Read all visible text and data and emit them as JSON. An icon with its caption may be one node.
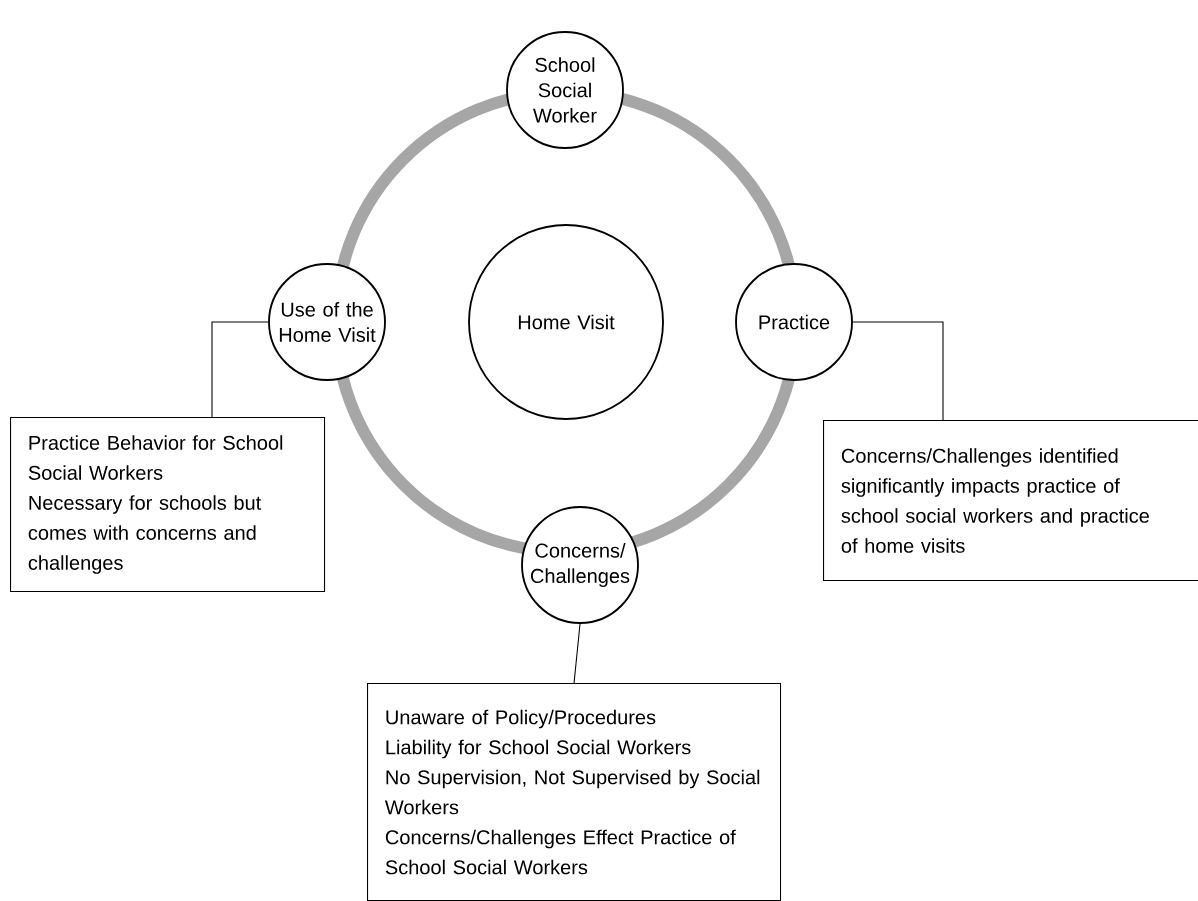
{
  "diagram": {
    "nodes": [
      {
        "text": [
          "School Social Worker"
        ]
      },
      {
        "text": [
          "Use of the Home Visit"
        ]
      },
      {
        "text": [
          "Home Visit"
        ]
      },
      {
        "text": [
          "Practice"
        ]
      },
      {
        "text": [
          "Practice Behavior for School Social Workers",
          "Necessary for schools but comes with concerns and challenges"
        ]
      },
      {
        "text": [
          "Concerns/Challenges identified significantly impacts practice of school social workers and practice of home visits"
        ]
      },
      {
        "text": [
          "Concerns/ Challenges"
        ]
      },
      {
        "text": [
          "Unaware of Policy/Procedures",
          "Liability for School Social Workers",
          "No Supervision, Not Supervised by Social Workers",
          "Concerns/Challenges Effect Practice of School Social Workers"
        ]
      }
    ],
    "edges": [
      {
        "from": 4,
        "to": 1,
        "arrow": "none"
      },
      {
        "from": 5,
        "to": 3,
        "arrow": "none"
      },
      {
        "from": 7,
        "to": 6,
        "arrow": "none"
      }
    ]
  }
}
